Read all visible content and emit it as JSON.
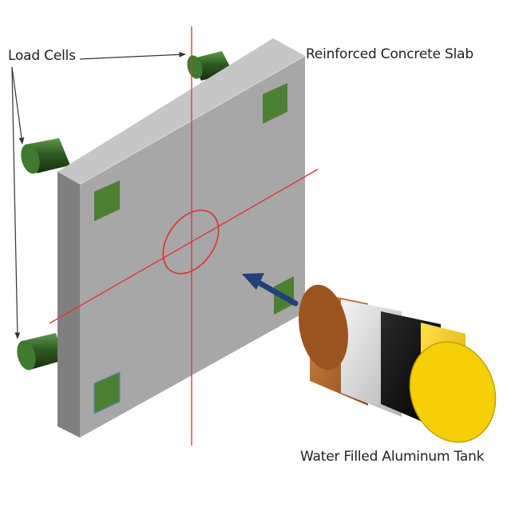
{
  "labels": {
    "load_cells": "Load Cells",
    "slab": "Reinforced Concrete Slab",
    "tank": "Water Filled Aluminum Tank"
  },
  "colors": {
    "slab_front": "#a7a7a7",
    "slab_top": "#c6c6c6",
    "slab_side": "#7f7f7f",
    "pad": "#4d7f33",
    "load_cell": "#2f5a22",
    "axis_line": "#e03030",
    "impact_arrow": "#23407a",
    "leader_line": "#333333",
    "tank_copper": "#b86a2a",
    "tank_silver": "#d8d8d8",
    "tank_black": "#111111",
    "tank_yellow": "#f2cc05"
  },
  "icons": [
    "load-cell-cylinder",
    "contact-pad",
    "impact-arrow",
    "tank-cylinder"
  ]
}
